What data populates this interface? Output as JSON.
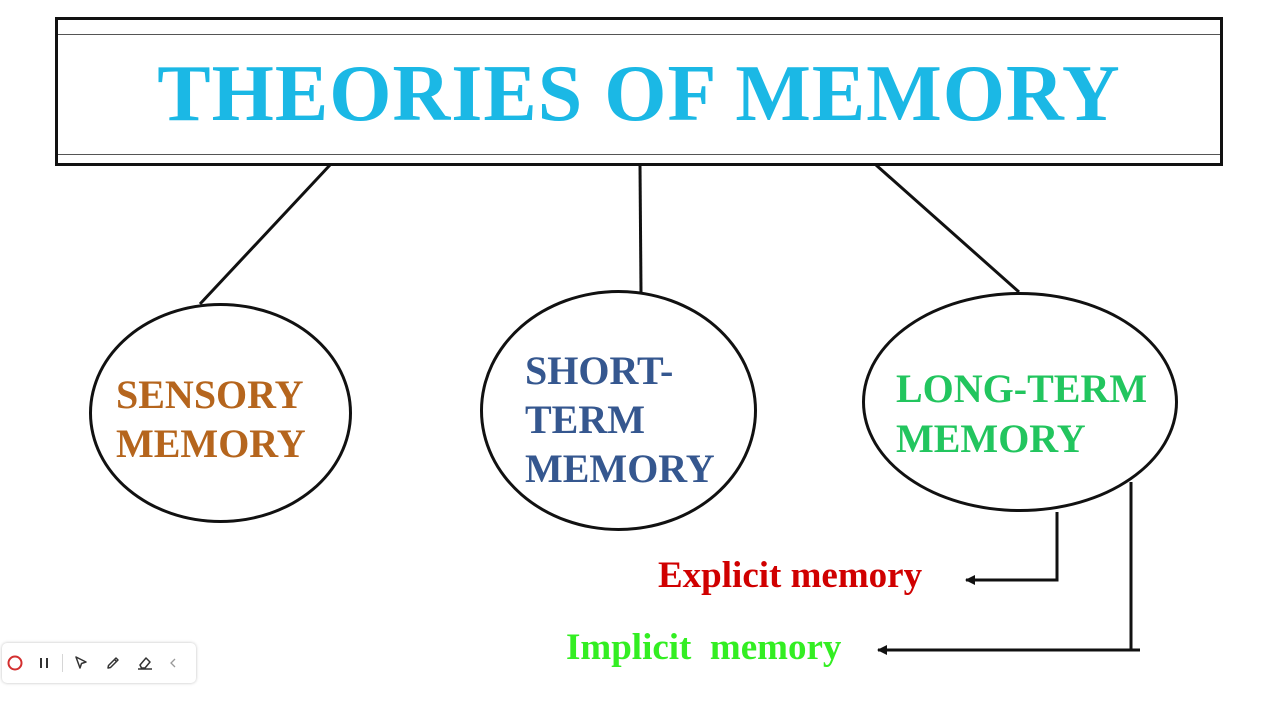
{
  "title": {
    "text": "THEORIES OF MEMORY",
    "color": "#1bb8e5"
  },
  "nodes": [
    {
      "id": "sensory",
      "lines": [
        "SENSORY",
        "MEMORY"
      ],
      "color": "#b5651d"
    },
    {
      "id": "short_term",
      "lines": [
        "SHORT-",
        "TERM",
        "MEMORY"
      ],
      "color": "#35578f"
    },
    {
      "id": "long_term",
      "lines": [
        "LONG-TERM",
        "MEMORY"
      ],
      "color": "#22c55e"
    }
  ],
  "long_term_branches": [
    {
      "label": "Explicit memory",
      "color": "#d00000"
    },
    {
      "label": "Implicit  memory",
      "color": "#33ee22"
    }
  ],
  "toolbar": {
    "items": [
      {
        "icon": "record-icon",
        "color": "#d32f2f"
      },
      {
        "icon": "pause-icon",
        "color": "#333333"
      },
      {
        "icon": "cursor-icon",
        "color": "#333333"
      },
      {
        "icon": "pen-icon",
        "color": "#333333"
      },
      {
        "icon": "eraser-icon",
        "color": "#333333"
      },
      {
        "icon": "collapse-chevron-icon",
        "color": "#999999"
      }
    ]
  }
}
